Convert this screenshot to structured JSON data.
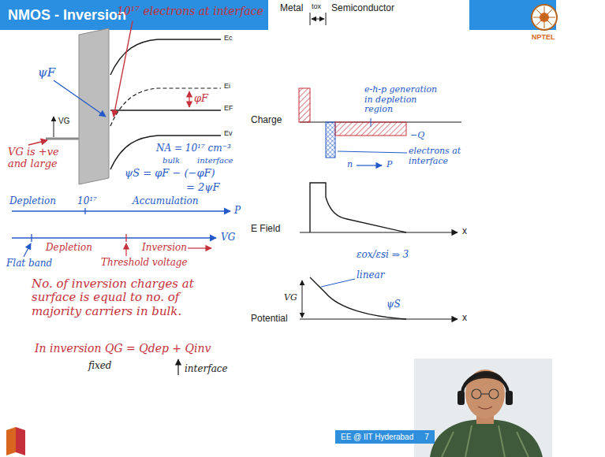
{
  "diagram": {
    "title": "NMOS - Inversion",
    "nodes": [
      {
        "text": [
          "EE @ IIT Hyderabad",
          "7"
        ]
      }
    ],
    "labels": [
      "Metal",
      "tox",
      "Semiconductor",
      "NPTEL",
      "10¹⁷ electrons at interface",
      "Ec",
      "Ei",
      "EF",
      "Ev",
      "ψF",
      "φF",
      "VG",
      "VG is +ve and large",
      "NA = 10¹⁷ cm⁻³",
      "bulk",
      "interface",
      "ψS = φF − (−φF)",
      "= 2ψF",
      "Depletion",
      "10¹⁷",
      "Accumulation",
      "P",
      "VG",
      "Depletion",
      "Inversion",
      "Flat band",
      "Threshold voltage",
      "No. of inversion charges at surface is equal to no. of majority carriers in bulk.",
      "In inversion QG = Qdep + Qinv",
      "fixed",
      "interface",
      "Charge",
      "e-h-p generation in depletion region",
      "−Q",
      "electrons at interface",
      "n",
      "P",
      "E Field",
      "x",
      "εox/εsi ⇒ 3",
      "Potential",
      "x",
      "VG",
      "linear",
      "ψS"
    ]
  }
}
